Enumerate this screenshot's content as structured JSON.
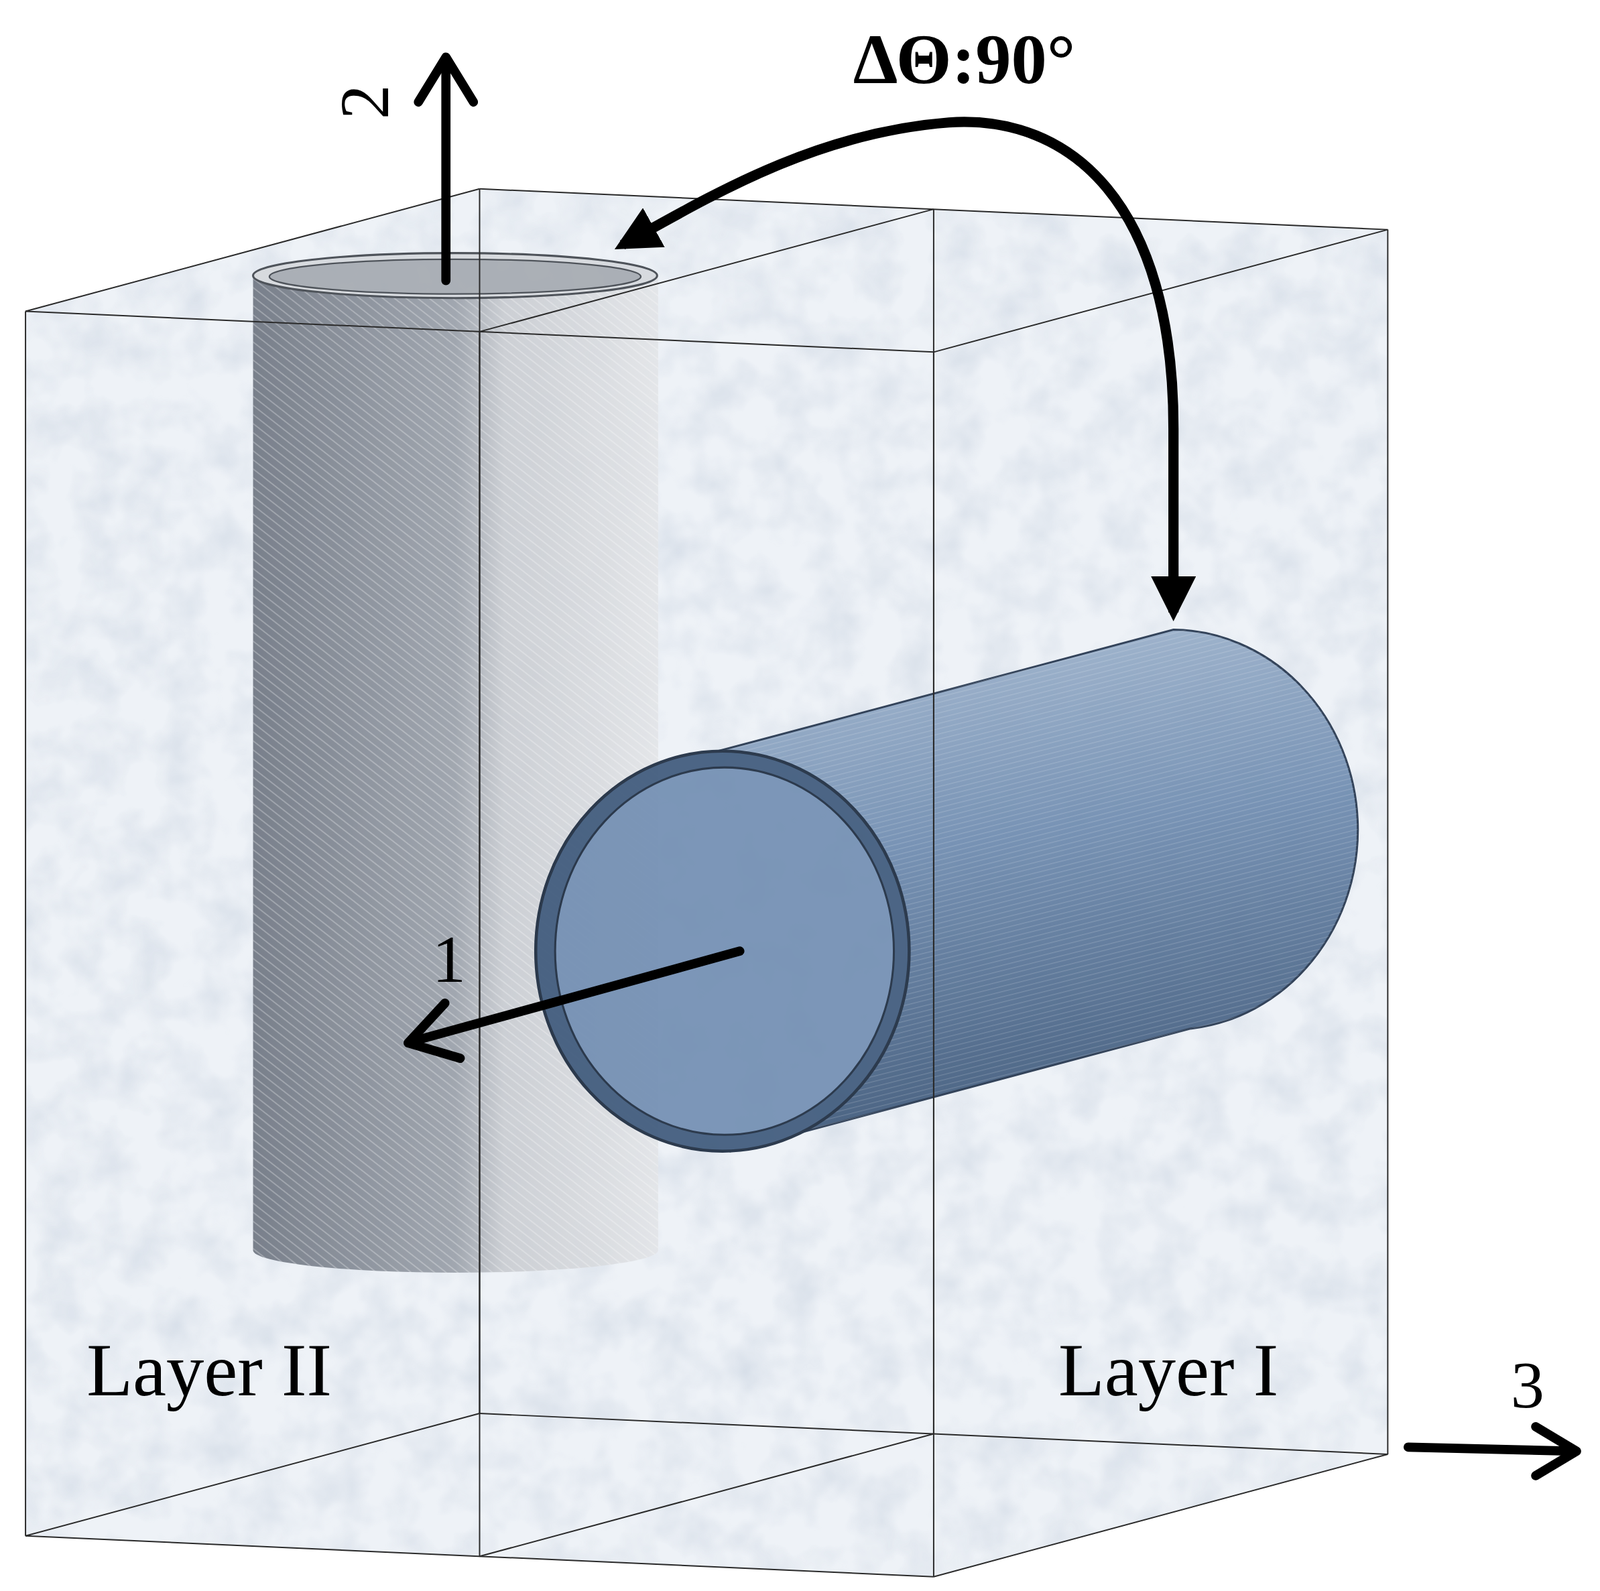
{
  "diagram": {
    "labels": [
      "ΔΘ:90°",
      "2",
      "1",
      "Layer II",
      "Layer I",
      "3"
    ]
  }
}
